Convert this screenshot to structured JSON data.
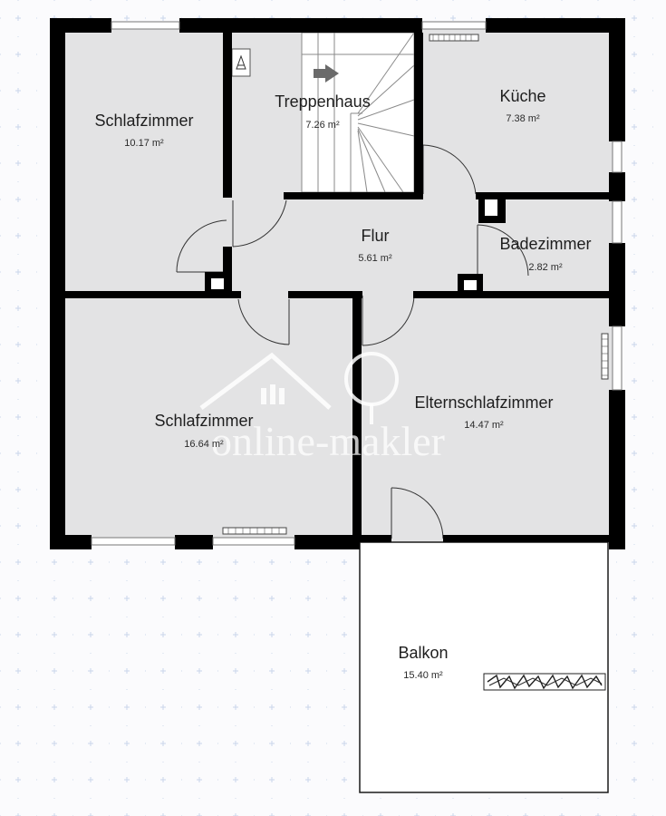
{
  "rooms": [
    {
      "name": "Schlafzimmer",
      "area": "10.17 m²"
    },
    {
      "name": "Treppenhaus",
      "area": "7.26 m²"
    },
    {
      "name": "Küche",
      "area": "7.38 m²"
    },
    {
      "name": "Flur",
      "area": "5.61 m²"
    },
    {
      "name": "Badezimmer",
      "area": "2.82 m²"
    },
    {
      "name": "Schlafzimmer",
      "area": "16.64 m²"
    },
    {
      "name": "Elternschlafzimmer",
      "area": "14.47 m²"
    },
    {
      "name": "Balkon",
      "area": "15.40 m²"
    }
  ],
  "watermark": {
    "text": "online-makler"
  },
  "colors": {
    "wall": "#000000",
    "room_fill": "#e3e3e4",
    "balcony_fill": "#ffffff",
    "grid_cross": "#c9d6ea",
    "background": "#fbfbfd"
  }
}
